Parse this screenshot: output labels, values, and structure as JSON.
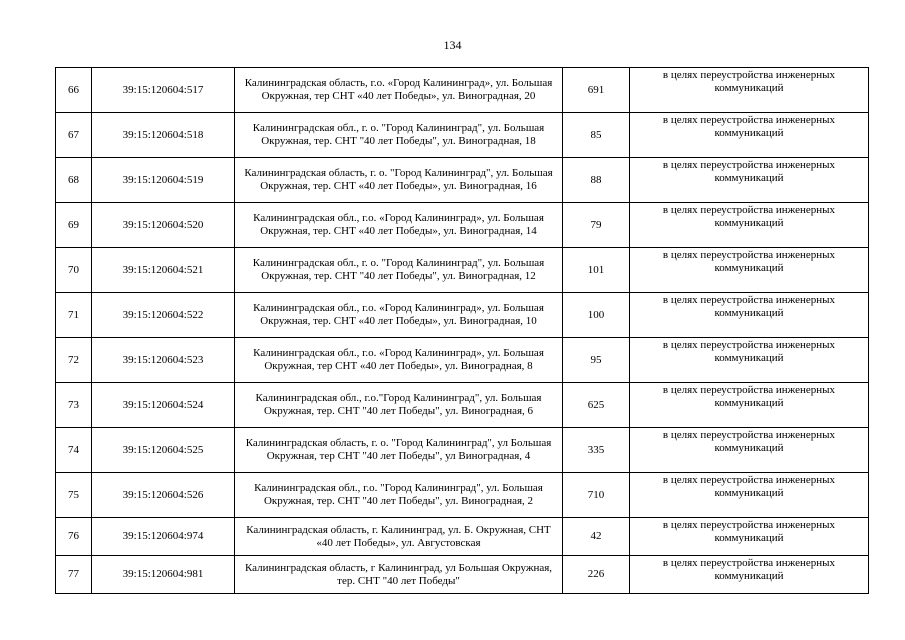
{
  "page": {
    "number": "134"
  },
  "table": {
    "rows": [
      {
        "num": "66",
        "cadastral": "39:15:120604:517",
        "address": "Калининградская область, г.о. «Город Калининград», ул. Большая Окружная, тер СНТ «40 лет Победы», ул. Виноградная, 20",
        "area": "691",
        "purpose": "в целях переустройства инженерных коммуникаций"
      },
      {
        "num": "67",
        "cadastral": "39:15:120604:518",
        "address": "Калининградская обл., г. о. \"Город Калининград\", ул. Большая Окружная, тер. СНТ \"40 лет Победы\", ул. Виноградная, 18",
        "area": "85",
        "purpose": "в целях переустройства инженерных коммуникаций"
      },
      {
        "num": "68",
        "cadastral": "39:15:120604:519",
        "address": "Калининградская область, г. о. \"Город Калининград\", ул. Большая Окружная, тер. СНТ «40 лет Победы», ул. Виноградная, 16",
        "area": "88",
        "purpose": "в целях переустройства инженерных коммуникаций"
      },
      {
        "num": "69",
        "cadastral": "39:15:120604:520",
        "address": "Калининградская обл., г.о. «Город Калининград», ул. Большая Окружная, тер. СНТ «40 лет Победы», ул. Виноградная, 14",
        "area": "79",
        "purpose": "в целях переустройства инженерных коммуникаций"
      },
      {
        "num": "70",
        "cadastral": "39:15:120604:521",
        "address": "Калининградская обл., г. о. \"Город Калининград\", ул. Большая Окружная, тер. СНТ \"40 лет Победы\", ул. Виноградная, 12",
        "area": "101",
        "purpose": "в целях переустройства инженерных коммуникаций"
      },
      {
        "num": "71",
        "cadastral": "39:15:120604:522",
        "address": "Калининградская обл., г.о. «Город Калининград», ул. Большая Окружная, тер. СНТ «40 лет Победы», ул. Виноградная, 10",
        "area": "100",
        "purpose": "в целях переустройства инженерных коммуникаций"
      },
      {
        "num": "72",
        "cadastral": "39:15:120604:523",
        "address": "Калининградская обл., г.о. «Город Калининград», ул. Большая Окружная, тер СНТ «40 лет Победы», ул. Виноградная, 8",
        "area": "95",
        "purpose": "в целях переустройства инженерных коммуникаций"
      },
      {
        "num": "73",
        "cadastral": "39:15:120604:524",
        "address": "Калининградская обл., г.о.\"Город Калининград\", ул. Большая Окружная, тер. СНТ \"40 лет Победы\", ул. Виноградная, 6",
        "area": "625",
        "purpose": "в целях переустройства инженерных коммуникаций"
      },
      {
        "num": "74",
        "cadastral": "39:15:120604:525",
        "address": "Калининградская область, г. о. \"Город Калининград\", ул Большая Окружная, тер СНТ \"40 лет Победы\", ул Виноградная, 4",
        "area": "335",
        "purpose": "в целях переустройства инженерных коммуникаций"
      },
      {
        "num": "75",
        "cadastral": "39:15:120604:526",
        "address": "Калининградская обл., г.о. \"Город Калининград\", ул. Большая Окружная, тер. СНТ \"40 лет Победы\", ул. Виноградная, 2",
        "area": "710",
        "purpose": "в целях переустройства инженерных коммуникаций"
      },
      {
        "num": "76",
        "cadastral": "39:15:120604:974",
        "address": "Калининградская область, г. Калининград, ул. Б. Окружная, СНТ «40 лет Победы», ул. Августовская",
        "area": "42",
        "purpose": "в целях переустройства инженерных коммуникаций"
      },
      {
        "num": "77",
        "cadastral": "39:15:120604:981",
        "address": "Калининградская область, г Калининград, ул Большая Окружная, тер. СНТ \"40 лет Победы\"",
        "area": "226",
        "purpose": "в целях переустройства инженерных коммуникаций"
      }
    ]
  }
}
